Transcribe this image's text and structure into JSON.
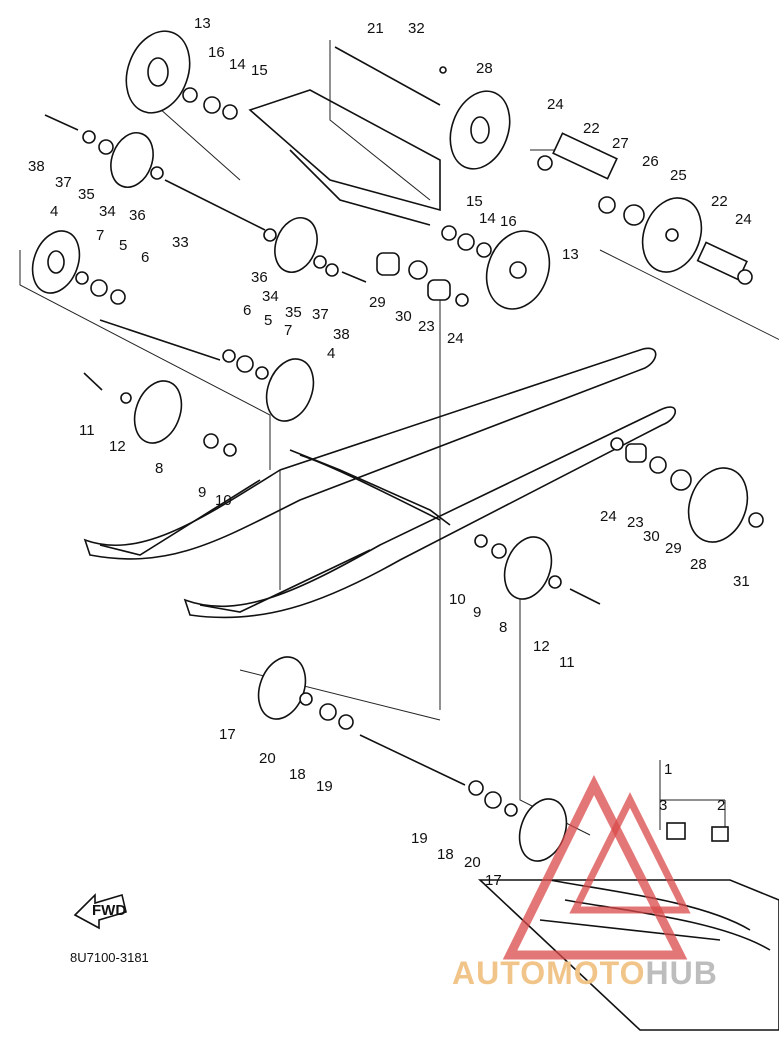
{
  "diagram": {
    "ref_code": "8U7100-3181",
    "fwd_label": "FWD",
    "watermark": {
      "part1": "AUTO",
      "part2": "MOTO",
      "part3": "HUB",
      "color_a": "#f1c58a",
      "color_b": "#bdbdbd",
      "logo_color": "#d94a4a"
    },
    "callouts": [
      "13",
      "16",
      "14",
      "15",
      "21",
      "32",
      "28",
      "38",
      "37",
      "35",
      "34",
      "36",
      "24",
      "22",
      "27",
      "26",
      "25",
      "22",
      "24",
      "4",
      "7",
      "5",
      "6",
      "33",
      "15",
      "14",
      "16",
      "13",
      "36",
      "34",
      "35",
      "37",
      "38",
      "29",
      "30",
      "23",
      "24",
      "6",
      "5",
      "7",
      "4",
      "11",
      "12",
      "8",
      "9",
      "10",
      "24",
      "23",
      "30",
      "29",
      "28",
      "31",
      "10",
      "9",
      "8",
      "12",
      "11",
      "17",
      "20",
      "18",
      "19",
      "19",
      "18",
      "20",
      "17",
      "1",
      "3",
      "2"
    ]
  }
}
